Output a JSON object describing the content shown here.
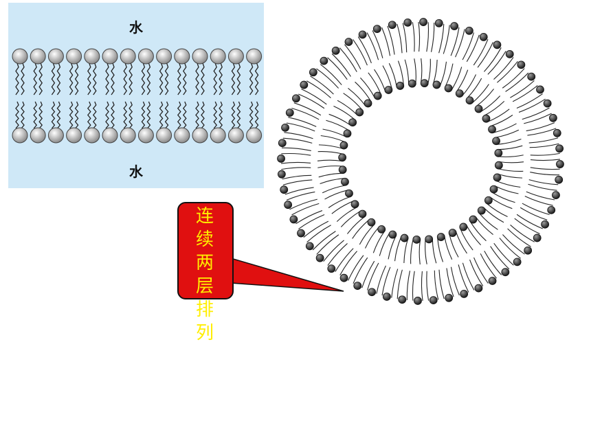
{
  "bilayer": {
    "water_top_label": "水",
    "water_bottom_label": "水"
  },
  "callout": {
    "text": "连\n续\n两\n层\n排\n列"
  },
  "colors": {
    "water_background": "#cfe8f7",
    "callout_fill": "#e01010",
    "callout_text": "#ffee00",
    "lipid_head_flat": "#c8c8c8",
    "lipid_head_vesicle": "#3a3a3a"
  }
}
